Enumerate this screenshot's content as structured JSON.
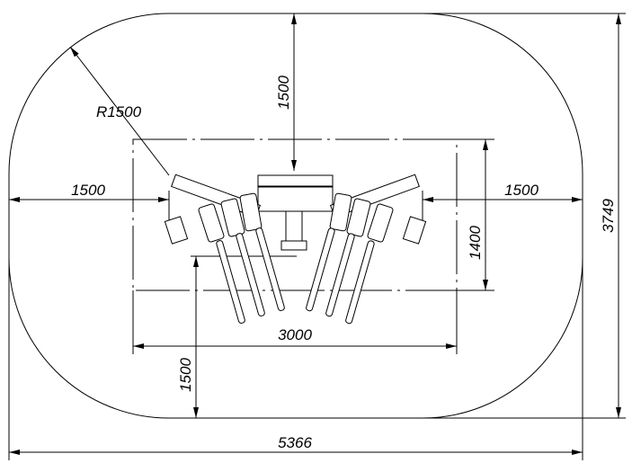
{
  "drawing": {
    "overall_width": "5366",
    "overall_height": "3749",
    "radius": "R1500",
    "clearance_top": "1500",
    "clearance_left": "1500",
    "clearance_right": "1500",
    "clearance_bottom": "1500",
    "equipment_width": "3000",
    "equipment_depth": "1400"
  }
}
